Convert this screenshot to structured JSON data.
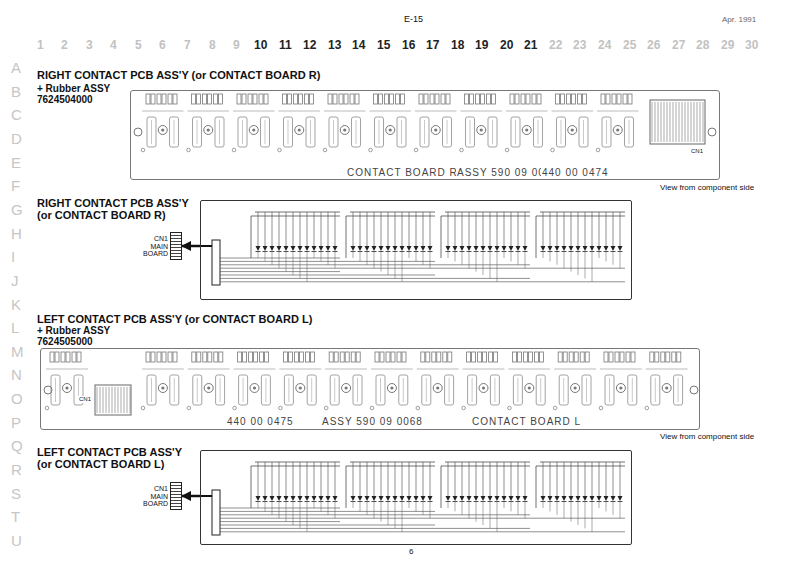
{
  "diagram": {
    "nodes": [
      {
        "text": [
          "RIGHT CONTACT PCB ASS'Y (or CONTACT BOARD R)",
          "+ Rubber ASSY 7624504000",
          "CONTACT BOARD R",
          "ASSY 590 09 0067",
          "440 00 0474"
        ]
      },
      {
        "text": [
          "RIGHT CONTACT PCB ASS'Y (or CONTACT BOARD R)"
        ]
      },
      {
        "text": [
          "CN1 MAIN BOARD"
        ]
      },
      {
        "text": [
          "LEFT CONTACT PCB ASS'Y (or CONTACT BOARD L)",
          "+ Rubber ASSY 7624505000",
          "440 00 0475",
          "ASSY 590 09 0068",
          "CONTACT BOARD L"
        ]
      },
      {
        "text": [
          "LEFT CONTACT PCB ASS'Y (or CONTACT BOARD L)"
        ]
      },
      {
        "text": [
          "CN1 MAIN BOARD"
        ]
      }
    ],
    "edges": [
      {
        "from": 1,
        "to": 2,
        "arrow": "to"
      },
      {
        "from": 4,
        "to": 5,
        "arrow": "to"
      }
    ],
    "labels": [
      "E-15",
      "Apr. 1991",
      "1",
      "2",
      "3",
      "4",
      "5",
      "6",
      "7",
      "8",
      "9",
      "10",
      "11",
      "12",
      "13",
      "14",
      "15",
      "16",
      "17",
      "18",
      "19",
      "20",
      "21",
      "22",
      "23",
      "24",
      "25",
      "26",
      "27",
      "28",
      "29",
      "30",
      "A",
      "B",
      "C",
      "D",
      "E",
      "F",
      "G",
      "H",
      "I",
      "J",
      "K",
      "L",
      "M",
      "N",
      "O",
      "P",
      "Q",
      "R",
      "S",
      "T",
      "U",
      "View from component side",
      "View from component side",
      "CN1",
      "CN1",
      "6"
    ]
  }
}
